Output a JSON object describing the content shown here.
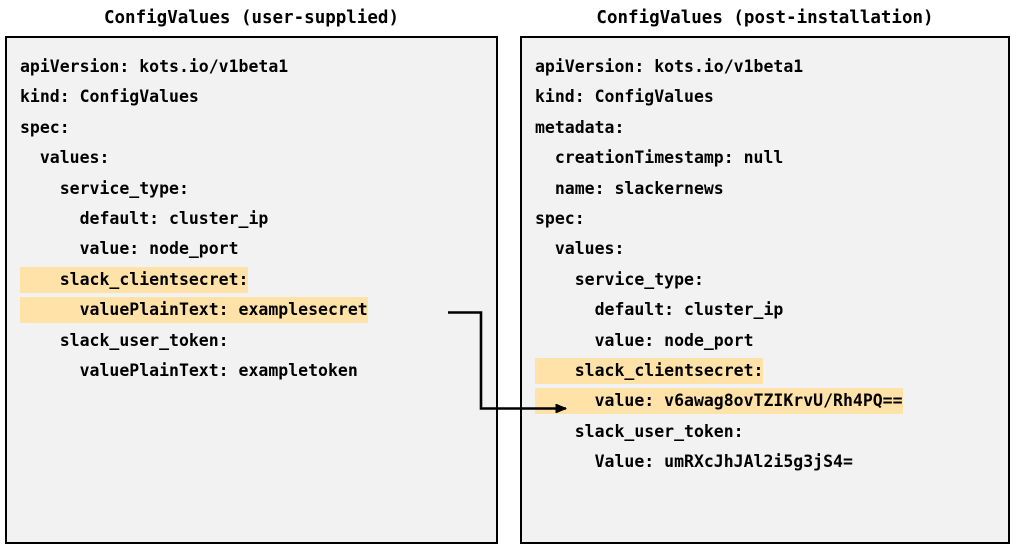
{
  "panels": {
    "left": {
      "title": "ConfigValues (user-supplied)",
      "lines": [
        {
          "text": "apiVersion: kots.io/v1beta1",
          "highlight": false
        },
        {
          "text": "kind: ConfigValues",
          "highlight": false
        },
        {
          "text": "spec:",
          "highlight": false
        },
        {
          "text": "  values:",
          "highlight": false
        },
        {
          "text": "    service_type:",
          "highlight": false
        },
        {
          "text": "      default: cluster_ip",
          "highlight": false
        },
        {
          "text": "      value: node_port",
          "highlight": false
        },
        {
          "text": "    slack_clientsecret:",
          "highlight": true
        },
        {
          "text": "      valuePlainText: examplesecret",
          "highlight": true
        },
        {
          "text": "    slack_user_token:",
          "highlight": false
        },
        {
          "text": "      valuePlainText: exampletoken",
          "highlight": false
        }
      ]
    },
    "right": {
      "title": "ConfigValues (post-installation)",
      "lines": [
        {
          "text": "apiVersion: kots.io/v1beta1",
          "highlight": false
        },
        {
          "text": "kind: ConfigValues",
          "highlight": false
        },
        {
          "text": "metadata:",
          "highlight": false
        },
        {
          "text": "  creationTimestamp: null",
          "highlight": false
        },
        {
          "text": "  name: slackernews",
          "highlight": false
        },
        {
          "text": "spec:",
          "highlight": false
        },
        {
          "text": "  values:",
          "highlight": false
        },
        {
          "text": "    service_type:",
          "highlight": false
        },
        {
          "text": "      default: cluster_ip",
          "highlight": false
        },
        {
          "text": "      value: node_port",
          "highlight": false
        },
        {
          "text": "    slack_clientsecret:",
          "highlight": true
        },
        {
          "text": "      value: v6awag8ovTZIKrvU/Rh4PQ==",
          "highlight": true
        },
        {
          "text": "    slack_user_token:",
          "highlight": false
        },
        {
          "text": "      Value: umRXcJhJAl2i5g3jS4=",
          "highlight": false
        }
      ]
    }
  },
  "connector": {
    "label": "encryption-mapping-arrow",
    "from": "valuePlainText: examplesecret",
    "to": "value: v6awag8ovTZIKrvU/Rh4PQ=="
  },
  "colors": {
    "highlight": "#ffe2a8",
    "panel_fill": "#f2f2f2",
    "panel_border": "#000000",
    "text": "#000000",
    "page_background": "#ffffff"
  }
}
